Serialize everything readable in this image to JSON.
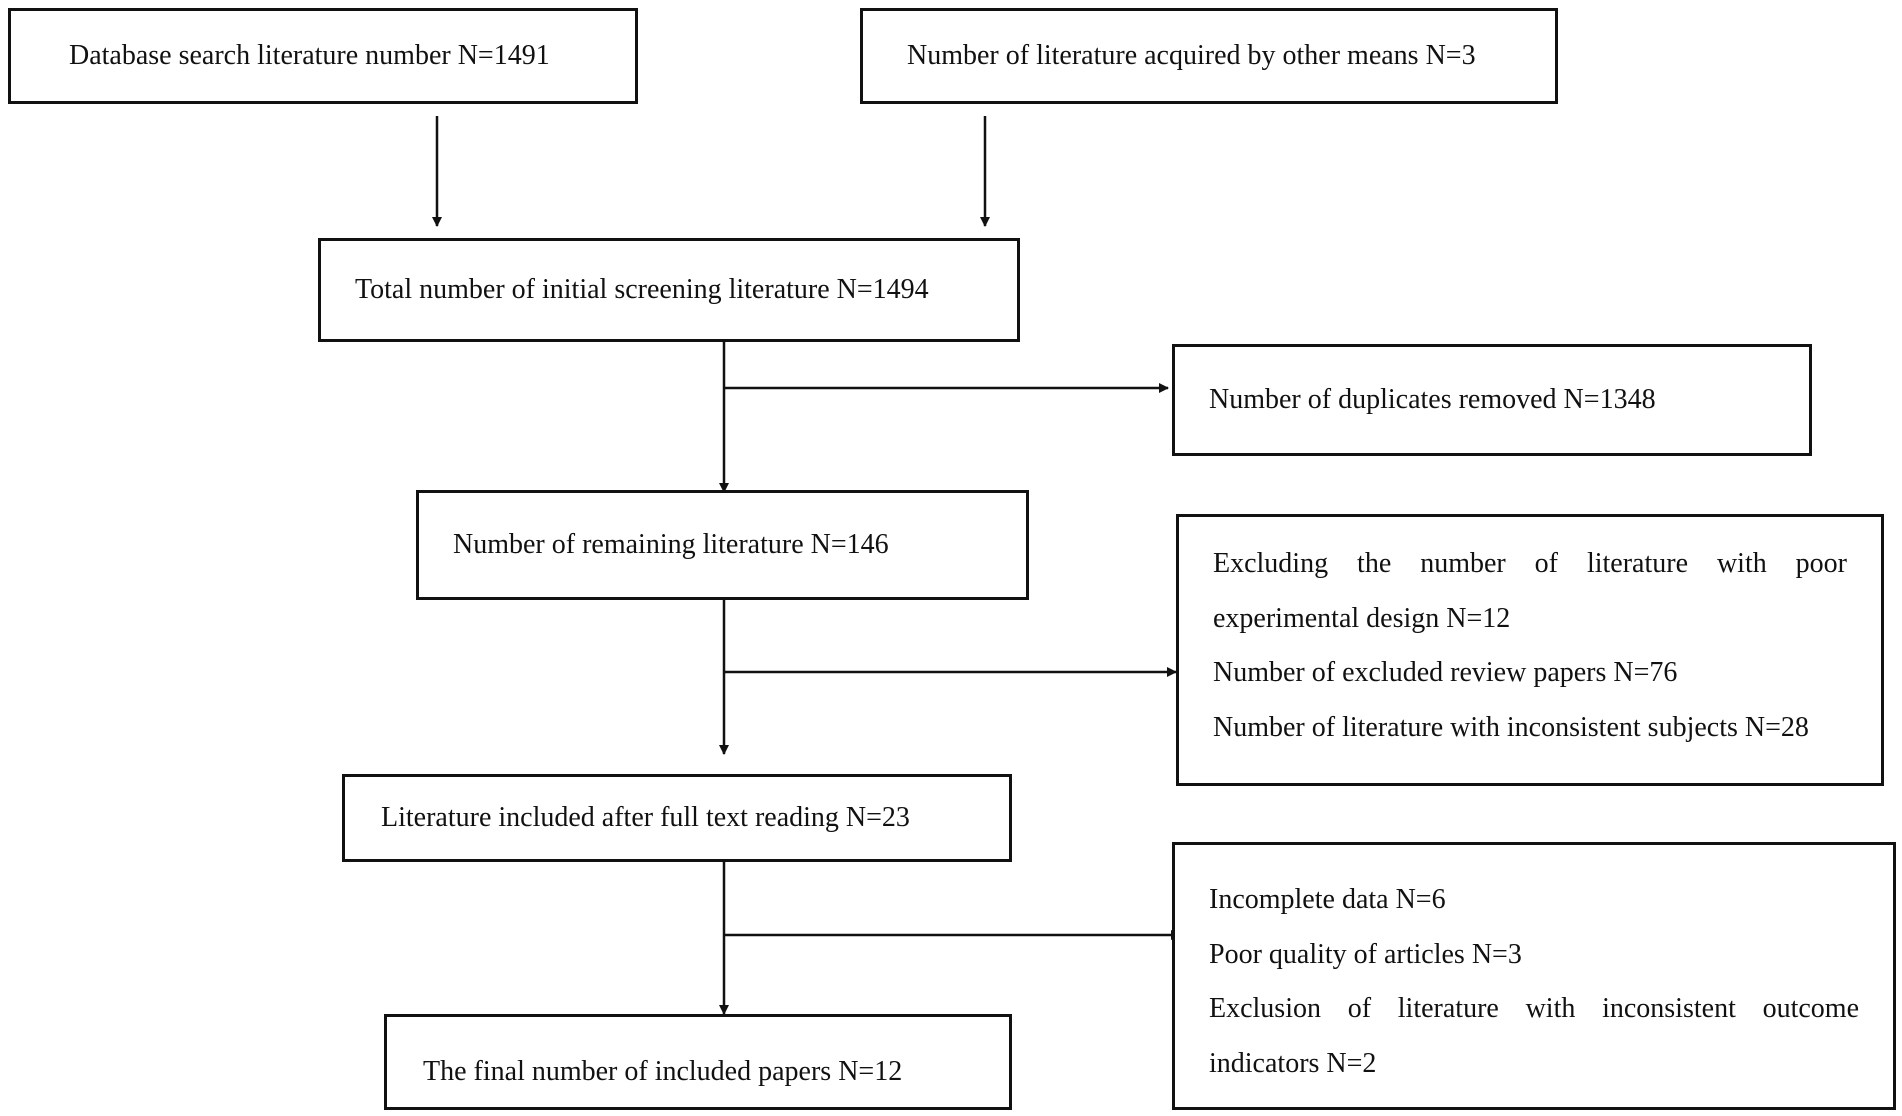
{
  "boxes": {
    "database_search": "Database search literature number N=1491",
    "other_means": "Number of literature acquired by other means N=3",
    "initial_screening": "Total number of initial screening literature N=1494",
    "duplicates_removed": "Number of duplicates removed N=1348",
    "remaining": "Number of remaining literature N=146",
    "exclusion_1": {
      "poor_design_line1": "Excluding the number of literature with poor",
      "poor_design_line2": "experimental design N=12",
      "review_papers": "Number of excluded review papers N=76",
      "inconsistent_subjects": "Number of literature with inconsistent subjects N=28"
    },
    "full_text": "Literature included after full text reading N=23",
    "exclusion_2": {
      "incomplete_data": "Incomplete data N=6",
      "poor_quality": "Poor quality of articles N=3",
      "inconsistent_outcome_line1": "Exclusion of literature with inconsistent outcome",
      "inconsistent_outcome_line2": "indicators N=2"
    },
    "final_included": "The final number of included papers N=12"
  }
}
